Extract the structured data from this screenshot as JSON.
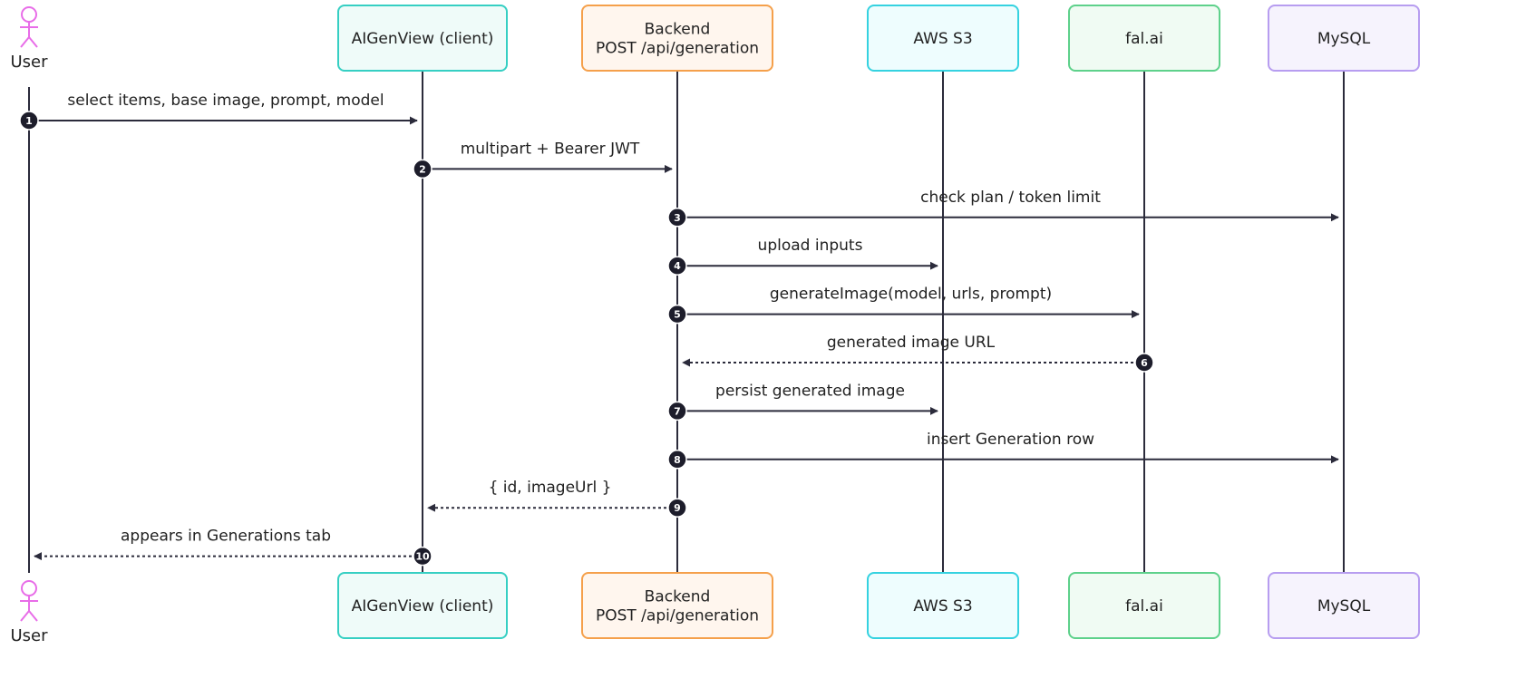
{
  "participants": [
    {
      "id": "user",
      "kind": "actor",
      "label": "User"
    },
    {
      "id": "client",
      "kind": "box",
      "lines": [
        "AIGenView (client)"
      ],
      "fill": "#effbf9",
      "stroke": "#36cfc3"
    },
    {
      "id": "backend",
      "kind": "box",
      "lines": [
        "Backend",
        "POST /api/generation"
      ],
      "fill": "#fff6ee",
      "stroke": "#f5a04b"
    },
    {
      "id": "s3",
      "kind": "box",
      "lines": [
        "AWS S3"
      ],
      "fill": "#eefdfe",
      "stroke": "#35d2e0"
    },
    {
      "id": "fal",
      "kind": "box",
      "lines": [
        "fal.ai"
      ],
      "fill": "#f0fbf3",
      "stroke": "#5ed18b"
    },
    {
      "id": "mysql",
      "kind": "box",
      "lines": [
        "MySQL"
      ],
      "fill": "#f6f3fd",
      "stroke": "#b79df0"
    }
  ],
  "messages": [
    {
      "num": "1",
      "from": "user",
      "to": "client",
      "label": "select items, base image, prompt, model",
      "style": "solid"
    },
    {
      "num": "2",
      "from": "client",
      "to": "backend",
      "label": "multipart + Bearer JWT",
      "style": "solid"
    },
    {
      "num": "3",
      "from": "backend",
      "to": "mysql",
      "label": "check plan / token limit",
      "style": "solid"
    },
    {
      "num": "4",
      "from": "backend",
      "to": "s3",
      "label": "upload inputs",
      "style": "solid"
    },
    {
      "num": "5",
      "from": "backend",
      "to": "fal",
      "label": "generateImage(model, urls, prompt)",
      "style": "solid"
    },
    {
      "num": "6",
      "from": "fal",
      "to": "backend",
      "label": "generated image URL",
      "style": "dashed"
    },
    {
      "num": "7",
      "from": "backend",
      "to": "s3",
      "label": "persist generated image",
      "style": "solid"
    },
    {
      "num": "8",
      "from": "backend",
      "to": "mysql",
      "label": "insert Generation row",
      "style": "solid"
    },
    {
      "num": "9",
      "from": "backend",
      "to": "client",
      "label": "{ id, imageUrl }",
      "style": "dashed"
    },
    {
      "num": "10",
      "from": "client",
      "to": "user",
      "label": "appears in Generations tab",
      "style": "dashed"
    }
  ],
  "colors": {
    "line": "#2b2b3b",
    "actor": "#e86de8",
    "marker": "#1d1d2b"
  }
}
